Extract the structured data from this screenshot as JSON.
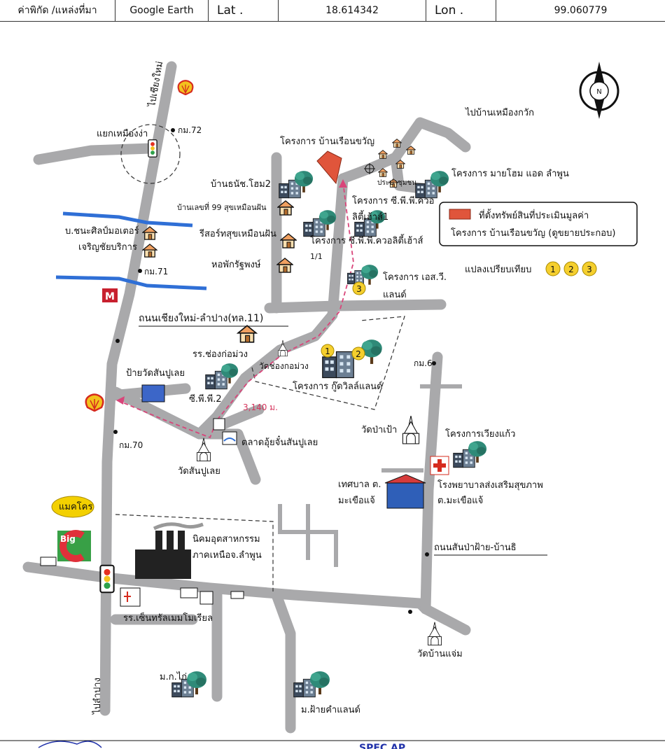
{
  "header": {
    "label_source": "ค่าพิกัด /แหล่งที่มา",
    "source": "Google Earth",
    "lat_label": "Lat .",
    "lat_value": "18.614342",
    "lon_label": "Lon .",
    "lon_value": "99.060779"
  },
  "map": {
    "north": "N",
    "labels": {
      "to_chiangmai": "ไปเชียงใหม่",
      "to_lampang": "ไปลำปาง",
      "to_muang_krak": "ไปบ้านเหมืองกวัก",
      "intersection": "แยกเหมืองง่า",
      "km72": "กม.72",
      "km71": "กม.71",
      "km70": "กม.70",
      "km6": "กม.6",
      "ban_thanaset": "บ้านธนัช.โฮม2",
      "ban_99": "บ้านเลขที่ 99 สุขเหมือนฝัน",
      "resort": "รีสอร์ทสุขเหมือนฝัน",
      "dorm": "หอพักรัฐพงษ์",
      "chanasil": "บ.ชนะศิลป์มอเตอร์",
      "charoenchai": "เจริญชัยบริการ",
      "main_road": "ถนนเชียงใหม่-ลำปาง(ทล.11)",
      "school_chongkamuang": "รร.ช่องก่อม่วง",
      "wat_chongkamuang": "วัดช่องกอม่วง",
      "sign_wat": "ป้ายวัดสันปูเลย",
      "cp2": "ซี.พี.พี.2",
      "distance": "3,140 ม.",
      "market": "ตลาดอุ้ยจั๋นสันปูเลย",
      "wat_sanpuloei": "วัดสันปูเลย",
      "subject_project": "โครงการ บ้านเรือนขวัญ",
      "community": "ประปาชุมชน",
      "myhome": "โครงการ มายโฮม แอด ลำพูน",
      "cpp_line1": "โครงการ ซี.พี.พี.ควอ",
      "cpp_line2": "ลิตี้เฮ้าส์1",
      "cpp_b_line1": "โครงการ ซี.พี.พี.ควอลิตี้เฮ้าส์",
      "cpp_b_line2": "1/1",
      "sv_line1": "โครงการ เอส.วี.",
      "sv_line2": "แลนด์",
      "goodwill": "โครงการ กู๊ดวิลล์แลนด์",
      "wat_papao": "วัดป่าเป้า",
      "wiangkaew": "โครงการเวียงแก้ว",
      "tessaban_1": "เทศบาล ต.",
      "tessaban_2": "มะเขือแจ้",
      "hospital_1": "โรงพยาบาลส่งเสริมสุขภาพ",
      "hospital_2": "ต.มะเขือแจ้",
      "road_sanpafai": "ถนนสันป่าฝ้าย-บ้านธิ",
      "makro": "แมคโคร",
      "big": "Big",
      "estate_1": "นิคมอุตสาหกรรม",
      "estate_2": "ภาคเหนือจ.ลำพูน",
      "school_central": "รร.เซ็นทรัลเมมโมเรียล",
      "mokai": "ม.ก.ไก่",
      "mfaikham": "ม.ฝ้ายคำแลนด์",
      "wat_baenjam": "วัดบ้านแจ่ม",
      "cut_text": "SPEC AP"
    },
    "legend": {
      "line1": "ที่ตั้งทรัพย์สินที่ประเมินมูลค่า",
      "line2": "โครงการ บ้านเรือนขวัญ (ดูขยายประกอบ)"
    },
    "comparables": {
      "label": "แปลงเปรียบเทียบ",
      "items": [
        "1",
        "2",
        "3"
      ]
    },
    "colors": {
      "road": "#a9a9ab",
      "river": "#2f6fd6",
      "subject": "#e0553b",
      "route": "#d9457a",
      "comparable": "#f5cf2e",
      "tree": "#2f8a78"
    },
    "icons": [
      "shell-logo",
      "traffic-light",
      "house",
      "building",
      "tree",
      "temple",
      "hospital-cross",
      "compass-north",
      "mc-logo",
      "big-c-logo",
      "factory"
    ]
  }
}
